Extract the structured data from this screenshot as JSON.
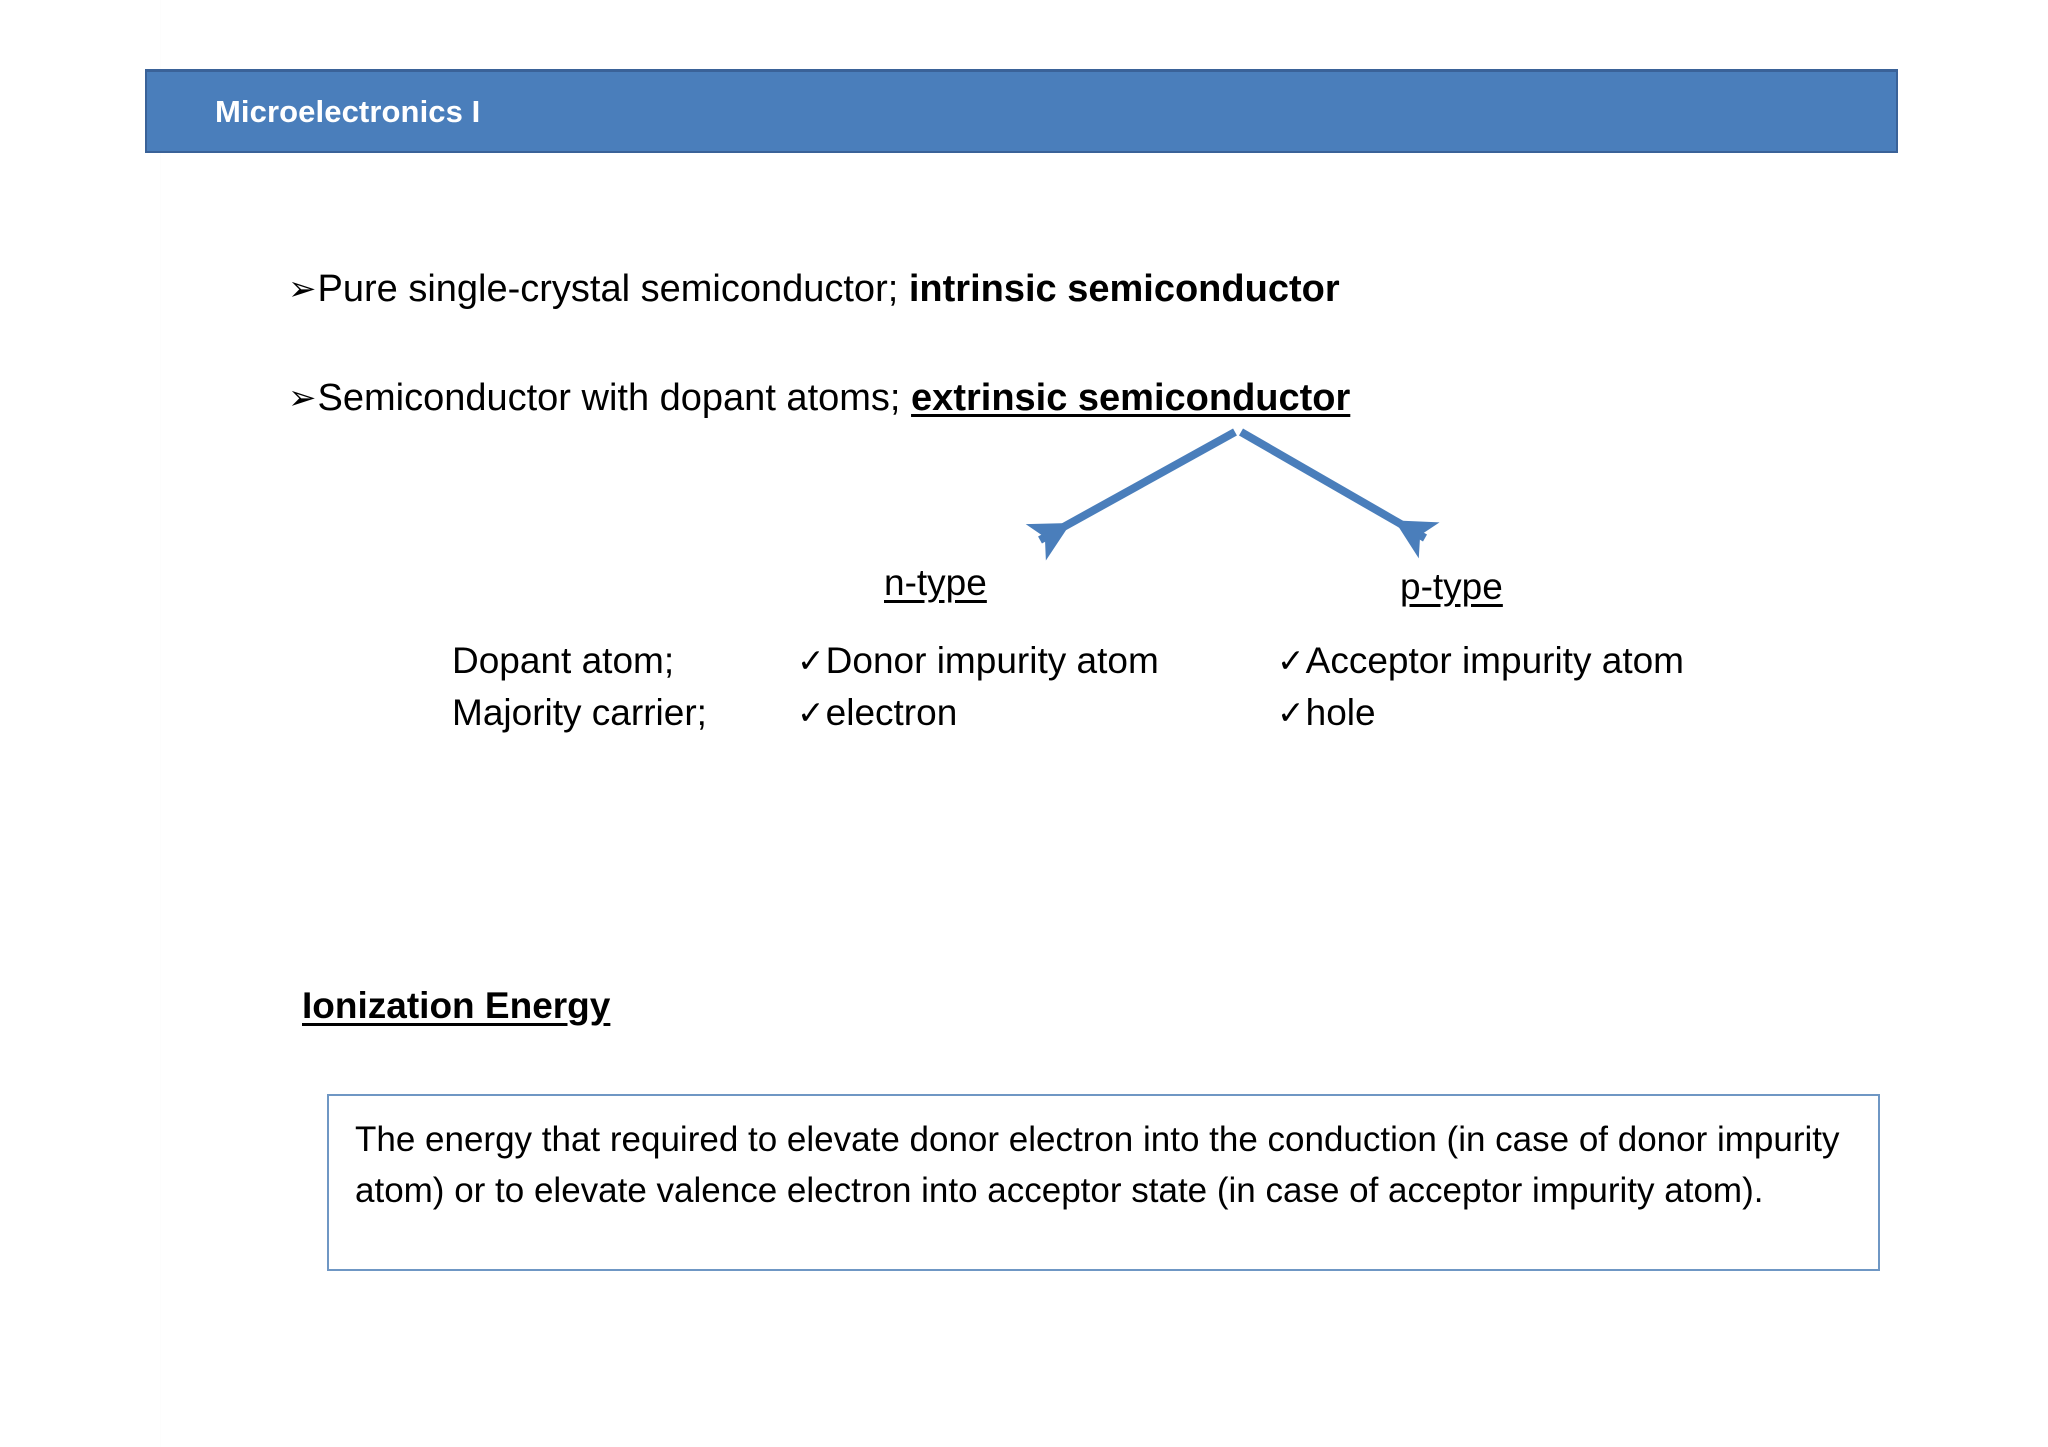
{
  "header": {
    "title": "Microelectronics I",
    "banner_color": "#4a7ebb",
    "title_color": "#ffffff"
  },
  "bullets": [
    {
      "glyph": "➢",
      "plain": "Pure single-crystal semiconductor",
      "separator": "; ",
      "emphasis": "intrinsic semiconductor",
      "emphasis_style": "bold"
    },
    {
      "glyph": "➢",
      "plain": "Semiconductor with dopant atoms",
      "separator": "; ",
      "emphasis": "extrinsic semiconductor",
      "emphasis_style": "bold-underline"
    }
  ],
  "branch": {
    "arrow_color": "#4a7ebb",
    "left_label": "n-type",
    "right_label": "p-type"
  },
  "properties": {
    "rows": [
      {
        "key": "Dopant atom;",
        "ntype": "Donor impurity atom",
        "ptype": "Acceptor impurity atom",
        "check": "✓"
      },
      {
        "key": "Majority carrier;",
        "ntype": "electron",
        "ptype": "hole",
        "check": "✓"
      }
    ]
  },
  "section": {
    "heading": "Ionization Energy",
    "definition": "The energy that required to elevate donor electron into the conduction (in case of donor impurity atom) or to elevate valence electron into acceptor state (in case of acceptor impurity atom).",
    "box_border_color": "#6f97c4"
  }
}
